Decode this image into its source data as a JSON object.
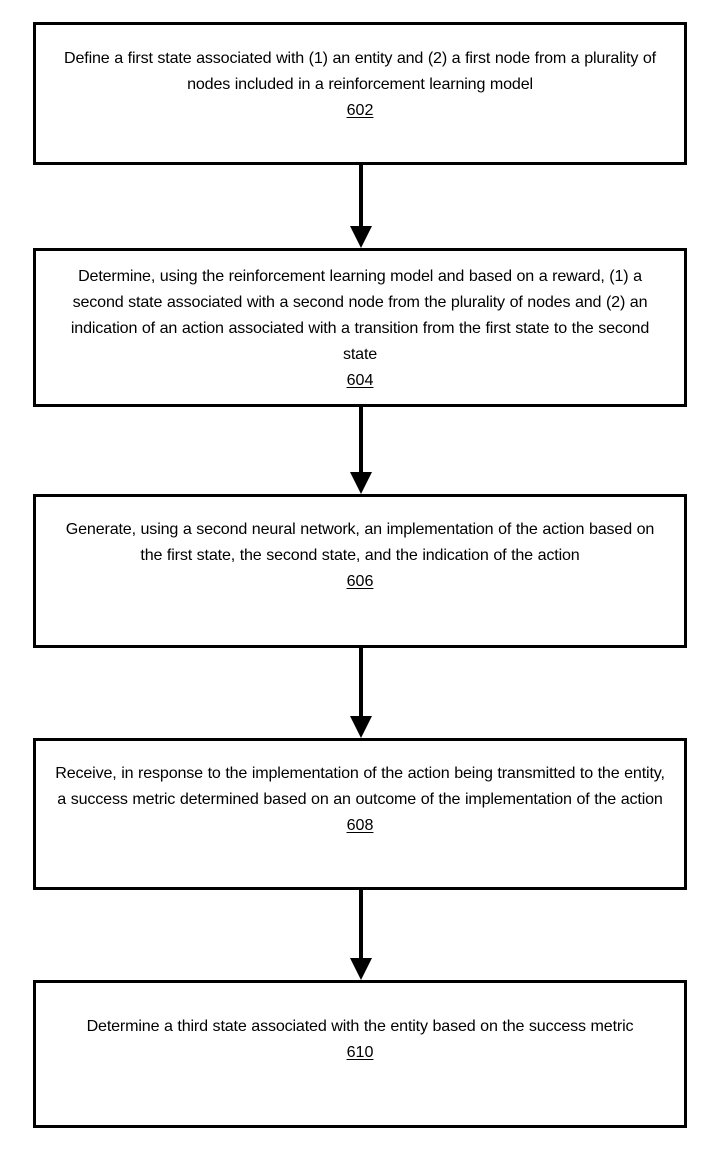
{
  "diagram": {
    "type": "flowchart",
    "orientation": "vertical",
    "colors": {
      "box_border": "#000000",
      "box_fill": "#ffffff",
      "text": "#000000",
      "arrow": "#000000",
      "background": "#ffffff"
    },
    "steps": [
      {
        "ref": "602",
        "text": "Define a first state associated with (1) an entity and (2) a first node from a plurality of nodes included in a reinforcement learning model"
      },
      {
        "ref": "604",
        "text": "Determine, using the reinforcement learning model and based on a reward, (1) a second state associated with a second node from the plurality of nodes and (2) an indication of an action associated with a transition from the first state to the second state"
      },
      {
        "ref": "606",
        "text": "Generate, using a second neural network, an implementation of the action based on the first state, the second state, and the indication of the action"
      },
      {
        "ref": "608",
        "text": "Receive, in response to the implementation of the action being transmitted to the entity, a success metric determined based on an outcome of the implementation of the action"
      },
      {
        "ref": "610",
        "text": "Determine a third state associated with the entity based on the success metric"
      }
    ],
    "connectors": [
      {
        "from": "602",
        "to": "604",
        "icon": "down-arrow-icon"
      },
      {
        "from": "604",
        "to": "606",
        "icon": "down-arrow-icon"
      },
      {
        "from": "606",
        "to": "608",
        "icon": "down-arrow-icon"
      },
      {
        "from": "608",
        "to": "610",
        "icon": "down-arrow-icon"
      }
    ]
  }
}
